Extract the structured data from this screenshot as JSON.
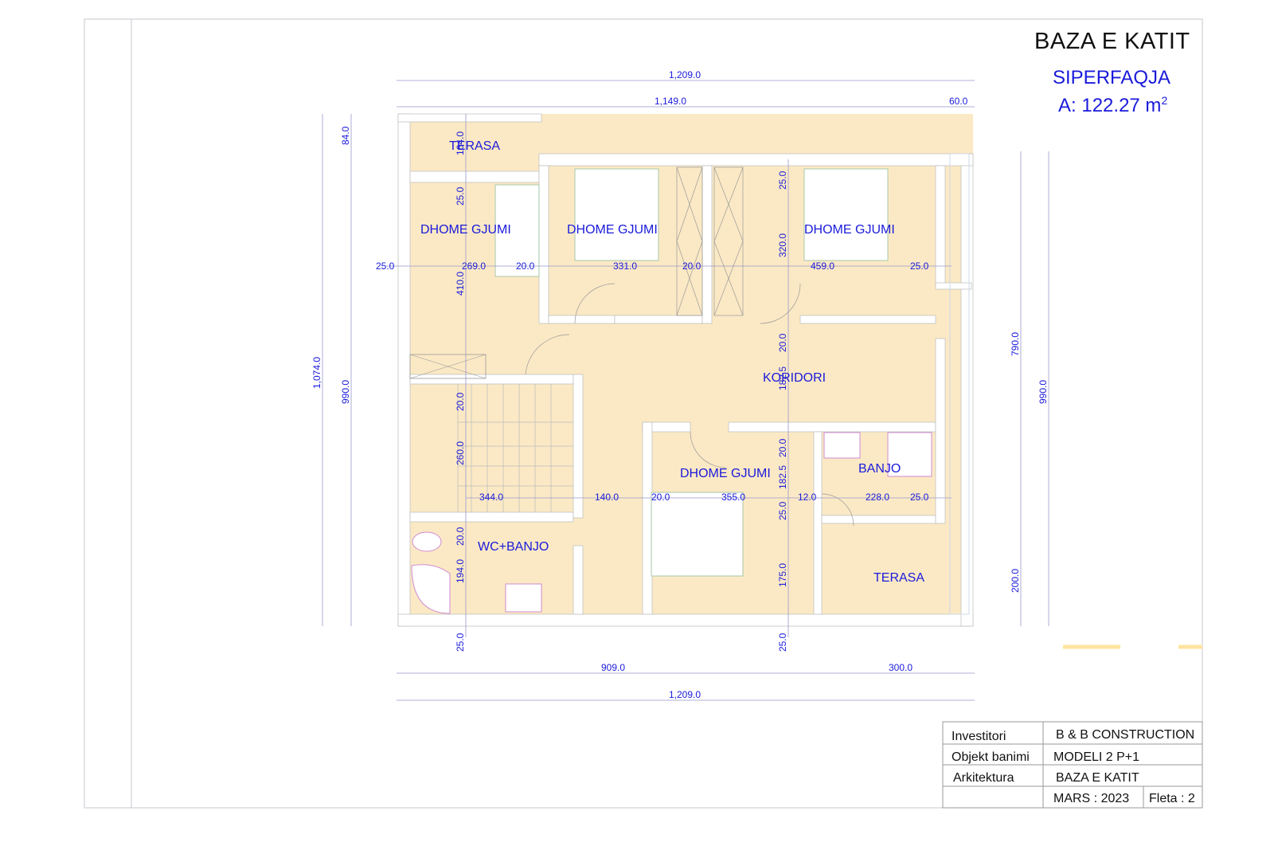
{
  "header": {
    "title": "BAZA E KATIT",
    "area_label": "SIPERFAQJA",
    "area_prefix": "A:",
    "area_value": "122.27 m",
    "area_unit_sup": "2"
  },
  "rooms": [
    {
      "key": "terasa_top",
      "label": "TERASA"
    },
    {
      "key": "bed1",
      "label": "DHOME GJUMI"
    },
    {
      "key": "bed2",
      "label": "DHOME GJUMI"
    },
    {
      "key": "bed3",
      "label": "DHOME GJUMI"
    },
    {
      "key": "corridor",
      "label": "KORIDORI"
    },
    {
      "key": "bed4",
      "label": "DHOME GJUMI"
    },
    {
      "key": "banjo",
      "label": "BANJO"
    },
    {
      "key": "wc",
      "label": "WC+BANJO"
    },
    {
      "key": "terasa_bottom",
      "label": "TERASA"
    }
  ],
  "dimensions": {
    "top_overall": "1,209.0",
    "top_main": "1,149.0",
    "top_right": "60.0",
    "bottom_left": "909.0",
    "bottom_right": "300.0",
    "bottom_overall": "1,209.0",
    "left_overall": "1,074.0",
    "left_main": "990.0",
    "left_top": "84.0",
    "right_upper": "790.0",
    "right_lower": "200.0",
    "right_overall": "990.0",
    "row_upper": [
      "25.0",
      "269.0",
      "20.0",
      "331.0",
      "20.0",
      "459.0",
      "25.0"
    ],
    "row_lower": [
      "344.0",
      "140.0",
      "20.0",
      "355.0",
      "12.0",
      "228.0",
      "25.0"
    ],
    "col_left": [
      "164.0",
      "25.0",
      "410.0",
      "20.0",
      "260.0",
      "20.0",
      "194.0",
      "25.0"
    ],
    "col_mid": [
      "25.0",
      "320.0",
      "20.0",
      "182.5",
      "20.0",
      "182.5",
      "25.0",
      "175.0",
      "25.0"
    ]
  },
  "title_block": {
    "investor_label": "Investitori",
    "investor_value": "B & B CONSTRUCTION",
    "object_label": "Objekt banimi",
    "object_value": "MODELI 2  P+1",
    "arch_label": "Arkitektura",
    "arch_value": "BAZA E KATIT",
    "date": "MARS : 2023",
    "sheet": "Fleta : 2"
  },
  "colors": {
    "floor_fill": "#fbe9c5",
    "wall_fill": "#ffffff",
    "dimension_blue": "#1a1adb",
    "frame_line": "#c7c7cf"
  }
}
